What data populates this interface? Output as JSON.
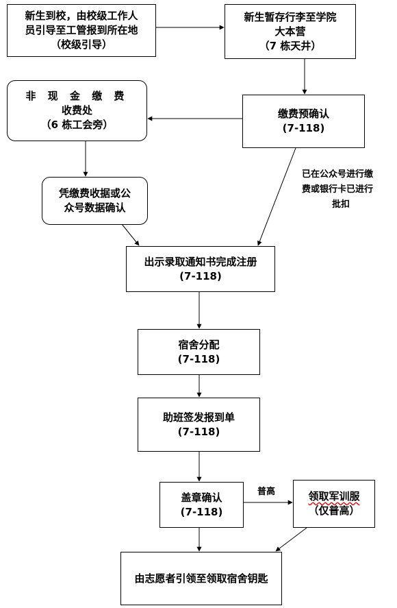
{
  "nodes": {
    "arrival": {
      "lines": [
        "新生到校，由校级工作人",
        "员引导至工管报到所在地",
        "（校级引导）"
      ]
    },
    "luggage": {
      "lines": [
        "新生暂存行李至学院",
        "大本营",
        "（7 栋天井）"
      ]
    },
    "prepay": {
      "lines": [
        "缴费预确认",
        "(7-118)"
      ]
    },
    "cashier": {
      "lines": [
        "非 现 金 缴 费",
        "收费处",
        "（6 栋工会旁）"
      ]
    },
    "receipt": {
      "lines": [
        "凭缴费收据或公",
        "众号数据确认"
      ]
    },
    "register": {
      "lines": [
        "出示录取通知书完成注册",
        "(7-118)"
      ]
    },
    "dorm": {
      "lines": [
        "宿舍分配",
        "(7-118)"
      ]
    },
    "sign": {
      "lines": [
        "助班签发报到单",
        "(7-118)"
      ]
    },
    "stamp": {
      "lines": [
        "盖章确认",
        "(7-118)"
      ]
    },
    "uniform": {
      "lines": [
        "领取军训服",
        "（仅普高）"
      ]
    },
    "keys": {
      "lines": [
        "由志愿者引领至领取宿舍钥匙"
      ]
    }
  },
  "edge_labels": {
    "paid_online": [
      "已在公众号进行缴",
      "费或银行卡已进行",
      "批扣"
    ],
    "general_hs": "普高"
  }
}
